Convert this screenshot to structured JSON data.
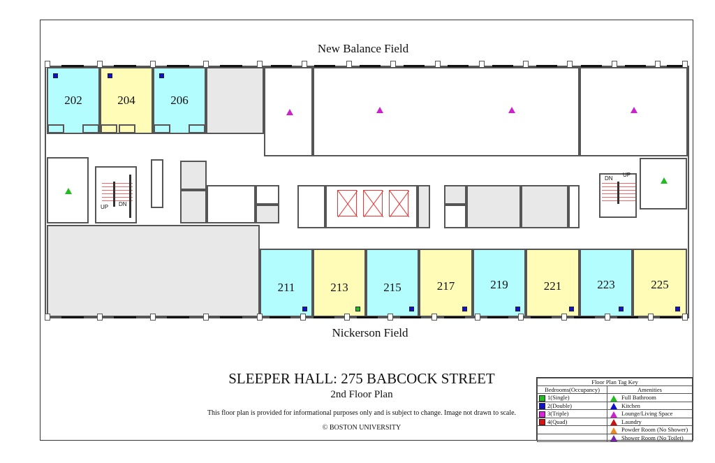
{
  "plan": {
    "north_label": "New Balance Field",
    "south_label": "Nickerson Field",
    "title": "SLEEPER HALL: 275 BABCOCK STREET",
    "subtitle": "2nd Floor Plan",
    "disclaimer": "This floor plan is provided for informational purposes only and is subject to change. Image not drawn to scale.",
    "copyright": "© BOSTON UNIVERSITY"
  },
  "colors": {
    "single": "#22bb22",
    "double": "#1111cc",
    "triple": "#dd22dd",
    "quad": "#dd1111",
    "room_cyan": "#b3fdff",
    "room_yellow": "#fffcb8",
    "gray_space": "#e8e8e8",
    "full_bathroom": "#22bb22",
    "kitchen": "#1111cc",
    "lounge": "#cc22cc",
    "laundry": "#cc1111",
    "powder_room": "#ee8822",
    "shower_room": "#7722aa"
  },
  "rooms_north": [
    {
      "number": "202",
      "occupancy": "2(Double)"
    },
    {
      "number": "204",
      "occupancy": "2(Double)"
    },
    {
      "number": "206",
      "occupancy": "2(Double)"
    }
  ],
  "rooms_south": [
    {
      "number": "211",
      "occupancy": "2(Double)"
    },
    {
      "number": "213",
      "occupancy": "1(Single)"
    },
    {
      "number": "215",
      "occupancy": "2(Double)"
    },
    {
      "number": "217",
      "occupancy": "2(Double)"
    },
    {
      "number": "219",
      "occupancy": "2(Double)"
    },
    {
      "number": "221",
      "occupancy": "2(Double)"
    },
    {
      "number": "223",
      "occupancy": "2(Double)"
    },
    {
      "number": "225",
      "occupancy": "2(Double)"
    }
  ],
  "stairs": {
    "west": {
      "up": "UP",
      "down": "DN"
    },
    "east": {
      "up": "UP",
      "down": "DN"
    }
  },
  "key": {
    "title": "Floor Plan Tag Key",
    "bedrooms_header": "Bedrooms(Occupancy)",
    "amenities_header": "Amenities",
    "bedrooms": [
      "1(Single)",
      "2(Double)",
      "3(Triple)",
      "4(Quad)"
    ],
    "amenities": [
      "Full Bathroom",
      "Kitchen",
      "Lounge/Living Space",
      "Laundry",
      "Powder Room (No Shower)",
      "Shower Room (No Toilet)"
    ]
  }
}
